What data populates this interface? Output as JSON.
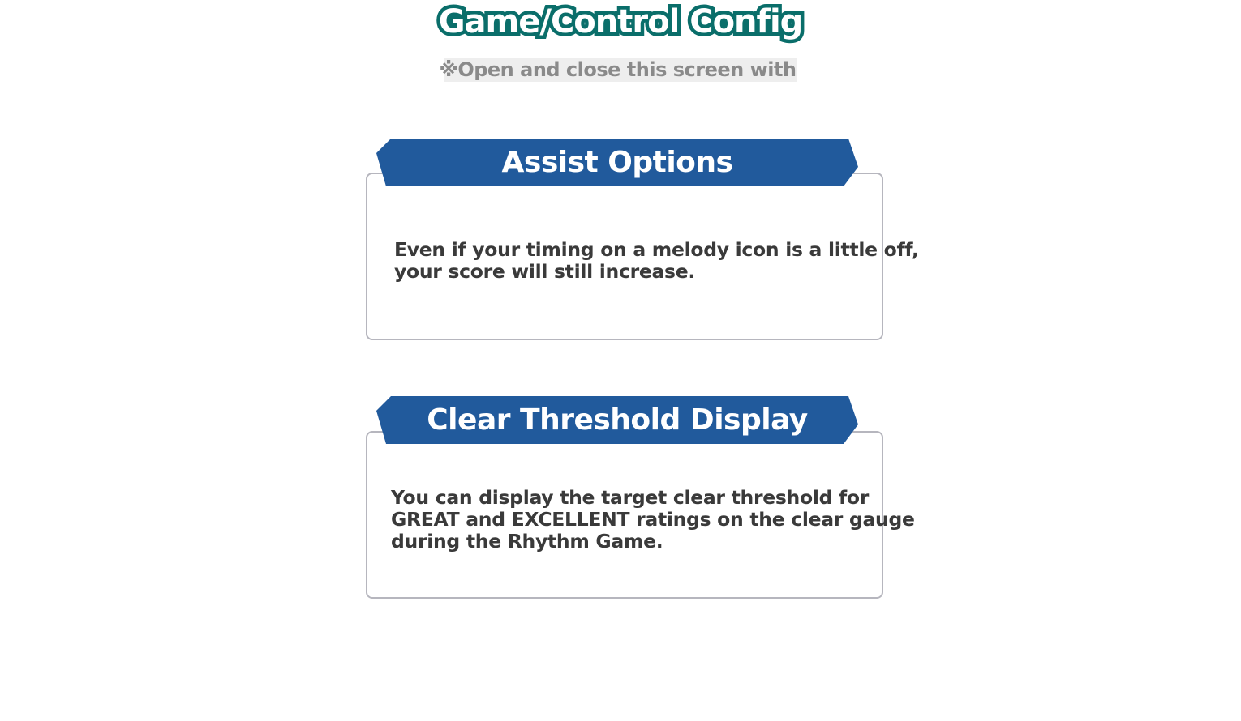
{
  "header": {
    "title": "Game/Control Config",
    "hint_text": "※Open and close this screen with",
    "hint_icon": "plus-button-icon"
  },
  "sections": [
    {
      "heading": "Assist Options",
      "description": [
        "Even if your timing on a melody icon is a little off,",
        "your score will still increase."
      ]
    },
    {
      "heading": "Clear Threshold Display",
      "description": [
        "You can display the target clear threshold for",
        "GREAT and EXCELLENT ratings on the clear gauge",
        "during the Rhythm Game."
      ]
    }
  ],
  "colors": {
    "title_outline": "#0a6e6a",
    "banner_blue": "#215a9c",
    "panel_border": "#b6b6be",
    "body_text": "#3a3a3a",
    "hint_text": "#8a8a8a",
    "hint_background": "#eeeeee"
  }
}
